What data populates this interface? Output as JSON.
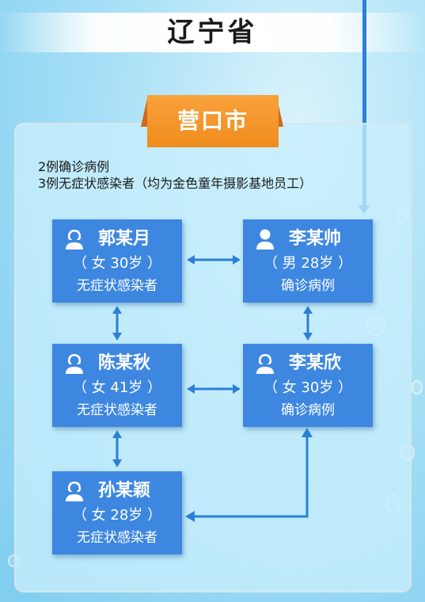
{
  "province": "辽宁省",
  "city": "营口市",
  "summary": {
    "line1": "2例确诊病例",
    "line2": "3例无症状感染者（均为金色童年摄影基地员工）"
  },
  "people": [
    {
      "name": "郭某月",
      "info": "（ 女 30岁 ）",
      "status": "无症状感染者",
      "gender_icon": "female-person-icon"
    },
    {
      "name": "李某帅",
      "info": "（ 男 28岁 ）",
      "status": "确诊病例",
      "gender_icon": "male-person-icon"
    },
    {
      "name": "陈某秋",
      "info": "（ 女 41岁 ）",
      "status": "无症状感染者",
      "gender_icon": "female-person-icon"
    },
    {
      "name": "李某欣",
      "info": "（ 女 30岁 ）",
      "status": "确诊病例",
      "gender_icon": "female-person-icon"
    },
    {
      "name": "孙某颖",
      "info": "（ 女 28岁 ）",
      "status": "无症状感染者",
      "gender_icon": "female-person-icon"
    }
  ],
  "colors": {
    "card": "#3d87e0",
    "arrow": "#2d7fd6",
    "tag": "#f08c1e",
    "panel_border": "#d6e7ea"
  }
}
